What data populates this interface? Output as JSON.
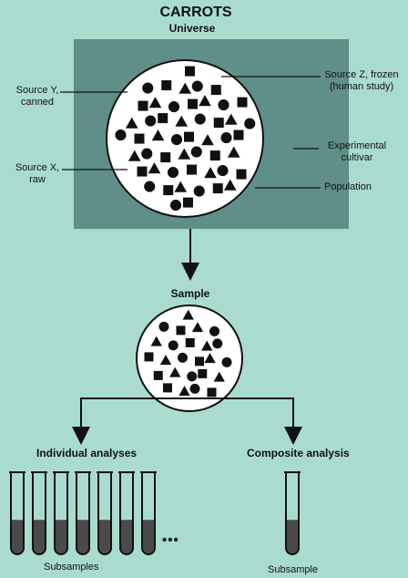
{
  "title": "CARROTS",
  "universe_label": "Universe",
  "sources": {
    "source_y": [
      "Source Y,",
      "canned"
    ],
    "source_z": [
      "Source Z, frozen",
      "(human study)"
    ],
    "source_x": [
      "Source X,",
      "raw"
    ],
    "experimental": [
      "Experimental",
      "cultivar"
    ],
    "population": "Population"
  },
  "sample_label": "Sample",
  "individual_label": "Individual analyses",
  "composite_label": "Composite analysis",
  "ellipsis": "•••",
  "subsamples_label": "Subsamples",
  "subsample_label": "Subsample",
  "colors": {
    "background": "#a9dccf",
    "universe_box": "#5f8f88",
    "circle_fill": "#ffffff",
    "ink": "#111111",
    "liquid": "#4a4a4a"
  }
}
